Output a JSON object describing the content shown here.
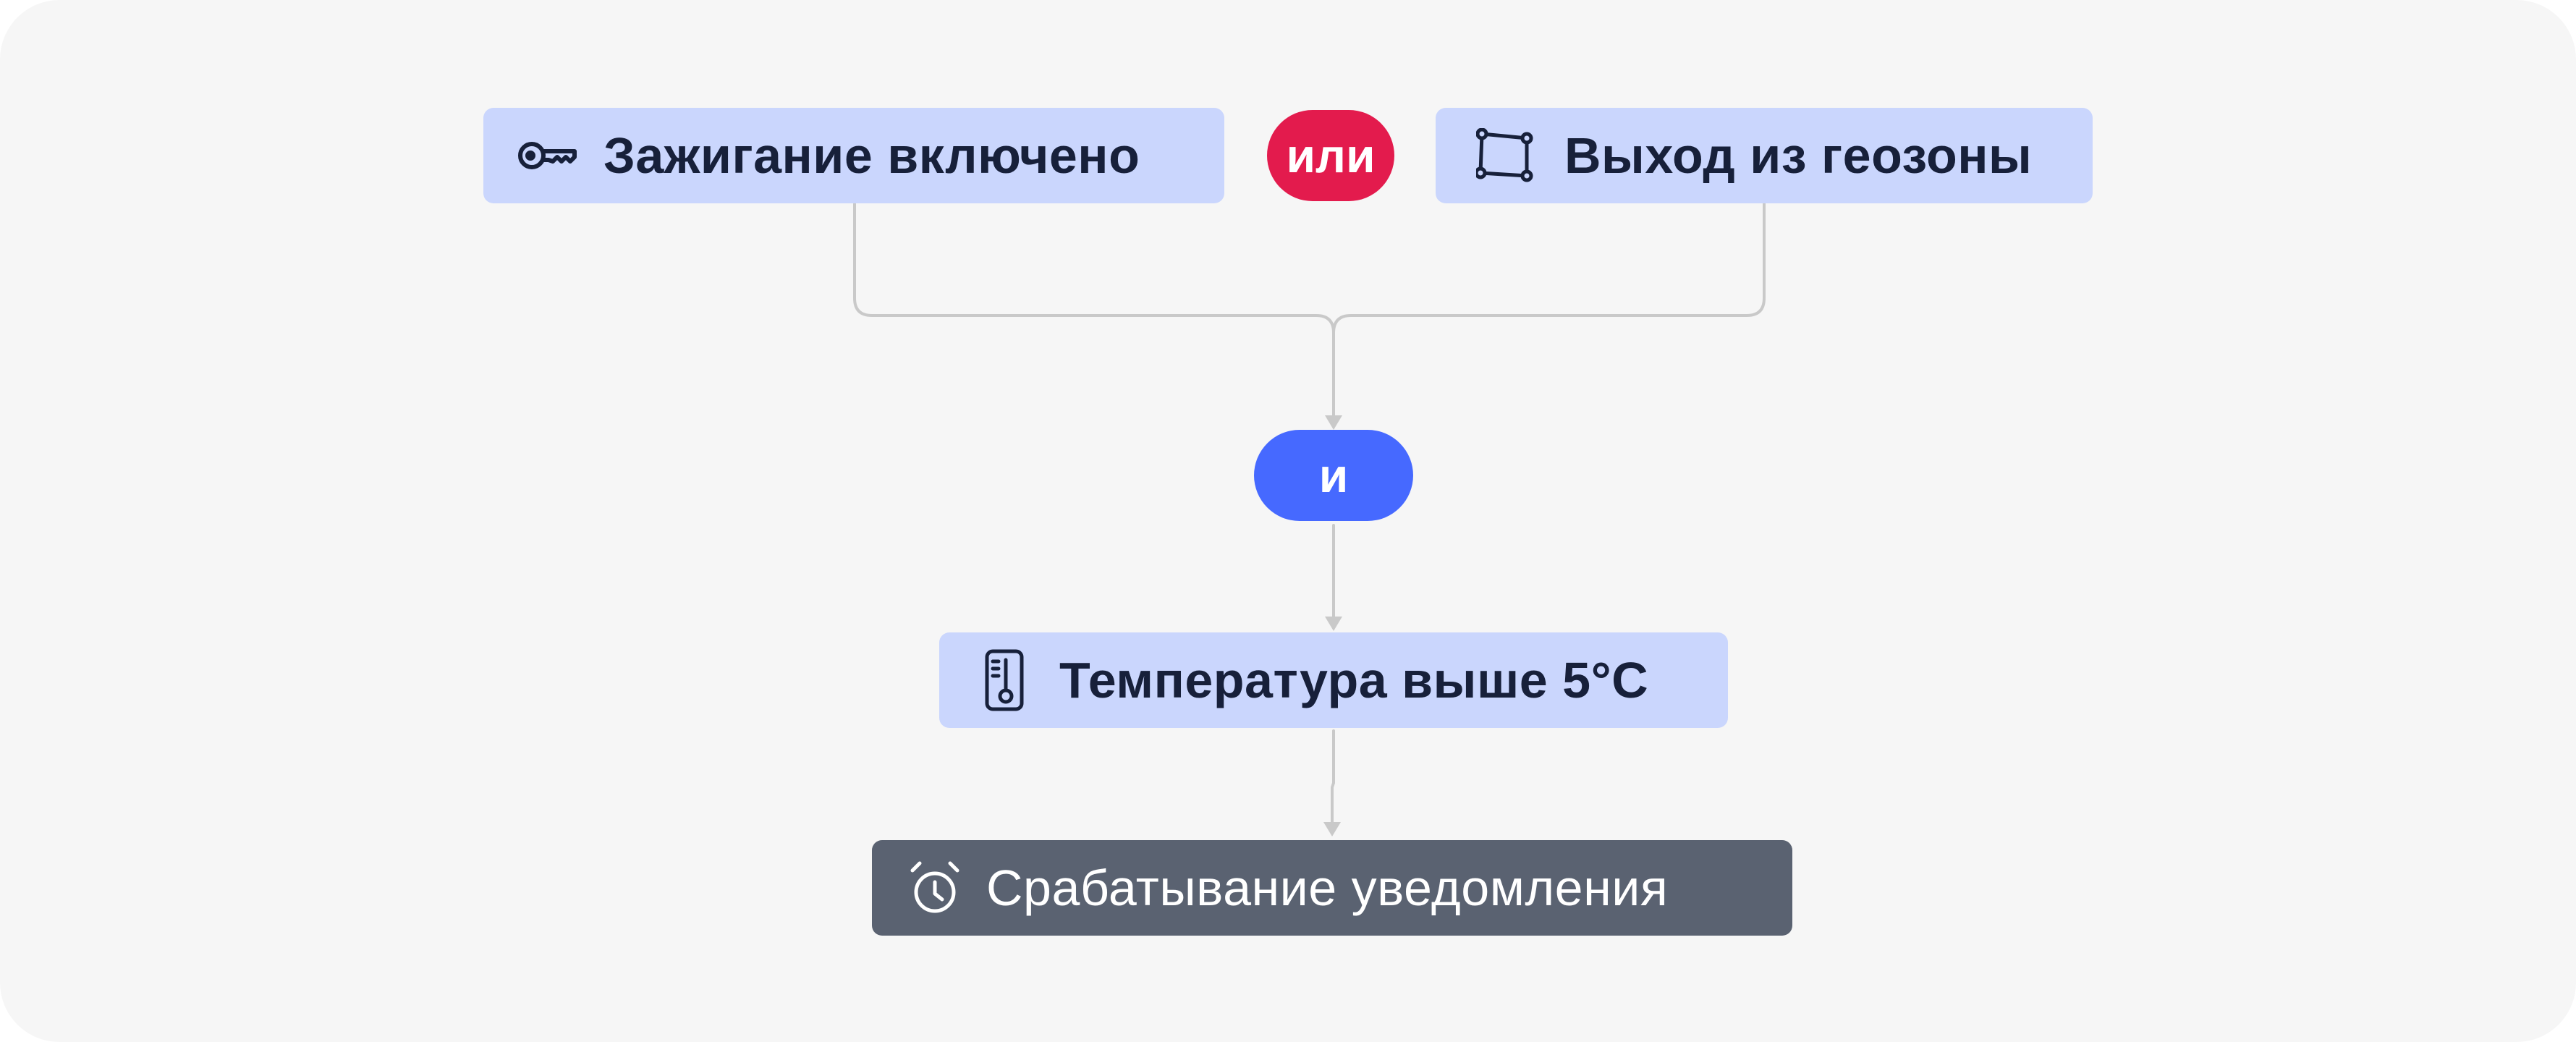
{
  "diagram": {
    "conditions": {
      "ignition": {
        "label": "Зажигание включено",
        "icon": "key-icon"
      },
      "geozone": {
        "label": "Выход из геозоны",
        "icon": "polygon-geozone-icon"
      },
      "temperature": {
        "label": "Температура выше 5°С",
        "icon": "thermometer-icon"
      }
    },
    "operators": {
      "or_label": "или",
      "and_label": "и"
    },
    "action": {
      "label": "Срабатывание уведомления",
      "icon": "alarm-clock-icon"
    },
    "colors": {
      "background": "#f6f6f6",
      "condition_fill": "#cad6fd",
      "condition_text": "#17203a",
      "action_fill": "#5a6271",
      "or_fill": "#e31b4d",
      "and_fill": "#4669ff",
      "connector": "#c9c9c9"
    }
  }
}
